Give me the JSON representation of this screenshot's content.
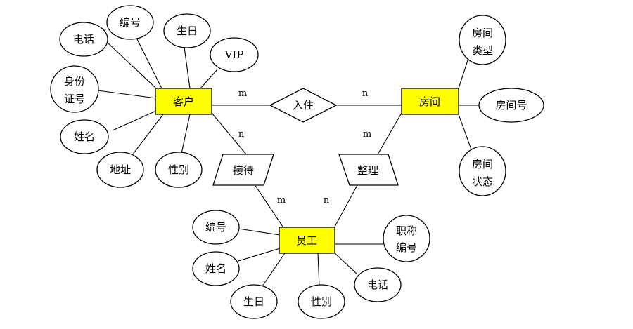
{
  "colors": {
    "entity_fill": "#ffff00",
    "attribute_fill": "#ffffff",
    "relationship_fill": "#ffffff",
    "stroke": "#000000"
  },
  "entities": {
    "customer": "客户",
    "room": "房间",
    "staff": "员工"
  },
  "relationships": {
    "checkin": "入住",
    "reception": "接待",
    "tidy": "整理"
  },
  "attributes": {
    "customer": {
      "phone": "电话",
      "number": "编号",
      "birthday": "生日",
      "vip": "VIP",
      "id_card": [
        "身份",
        "证号"
      ],
      "name": "姓名",
      "address": "地址",
      "gender": "性别"
    },
    "room": {
      "type": [
        "房间",
        "类型"
      ],
      "number": "房间号",
      "status": [
        "房间",
        "状态"
      ]
    },
    "staff": {
      "number": "编号",
      "name": "姓名",
      "birthday": "生日",
      "gender": "性别",
      "phone": "电话",
      "title_no": [
        "职称",
        "编号"
      ]
    }
  },
  "cardinalities": {
    "checkin_customer": "m",
    "checkin_room": "n",
    "reception_customer": "n",
    "reception_staff": "m",
    "tidy_room": "m",
    "tidy_staff": "n"
  }
}
